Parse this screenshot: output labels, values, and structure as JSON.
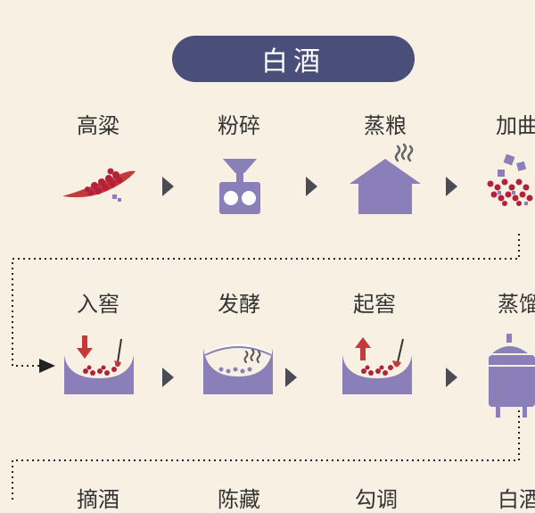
{
  "title": "白酒",
  "steps_row1": [
    "高粱",
    "粉碎",
    "蒸粮",
    "加曲"
  ],
  "steps_row2": [
    "入窖",
    "发酵",
    "起窖",
    "蒸馏"
  ],
  "steps_row3": [
    "摘酒",
    "陈藏",
    "勾调",
    "白酒"
  ],
  "colors": {
    "pill": "#4a4f7a",
    "icon_purple": "#8a7fb8",
    "grain_red": "#b4223a",
    "arrow": "#4b4b55",
    "background": "#f8f1e3"
  },
  "icons": {
    "row1": [
      "sorghum-icon",
      "grinder-icon",
      "steamer-house-icon",
      "mixing-koji-icon"
    ],
    "row2": [
      "pit-in-icon",
      "fermenting-pit-icon",
      "pit-out-icon",
      "distiller-icon"
    ]
  }
}
